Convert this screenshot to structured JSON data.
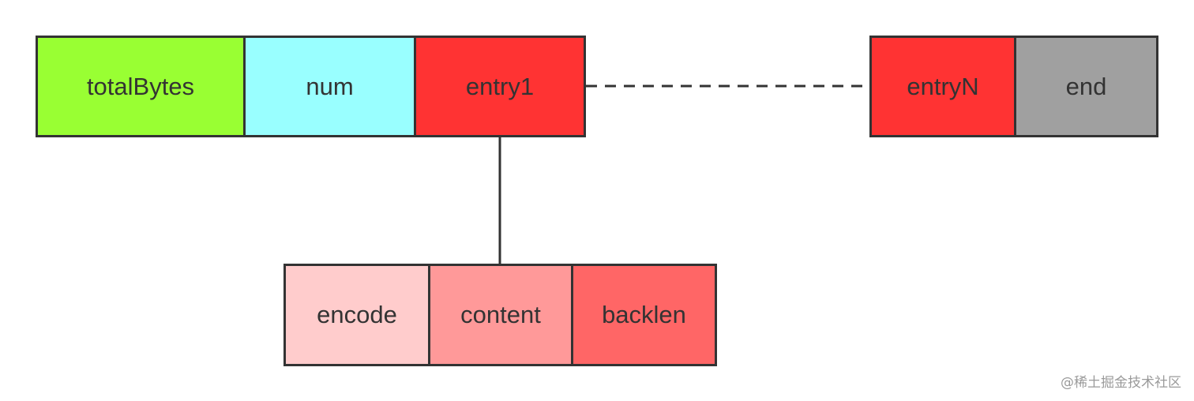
{
  "top_row": {
    "total_bytes": {
      "label": "totalBytes",
      "color": "#99ff33"
    },
    "num": {
      "label": "num",
      "color": "#99ffff"
    },
    "entry1": {
      "label": "entry1",
      "color": "#ff3333"
    }
  },
  "right_row": {
    "entryN": {
      "label": "entryN",
      "color": "#ff3333"
    },
    "end": {
      "label": "end",
      "color": "#a0a0a0"
    }
  },
  "entry_detail": {
    "encode": {
      "label": "encode",
      "color": "#ffcccc"
    },
    "content": {
      "label": "content",
      "color": "#ff9999"
    },
    "backlen": {
      "label": "backlen",
      "color": "#ff6666"
    }
  },
  "watermark": "@稀土掘金技术社区",
  "colors": {
    "border": "#333333",
    "text": "#333333",
    "background": "#ffffff"
  }
}
